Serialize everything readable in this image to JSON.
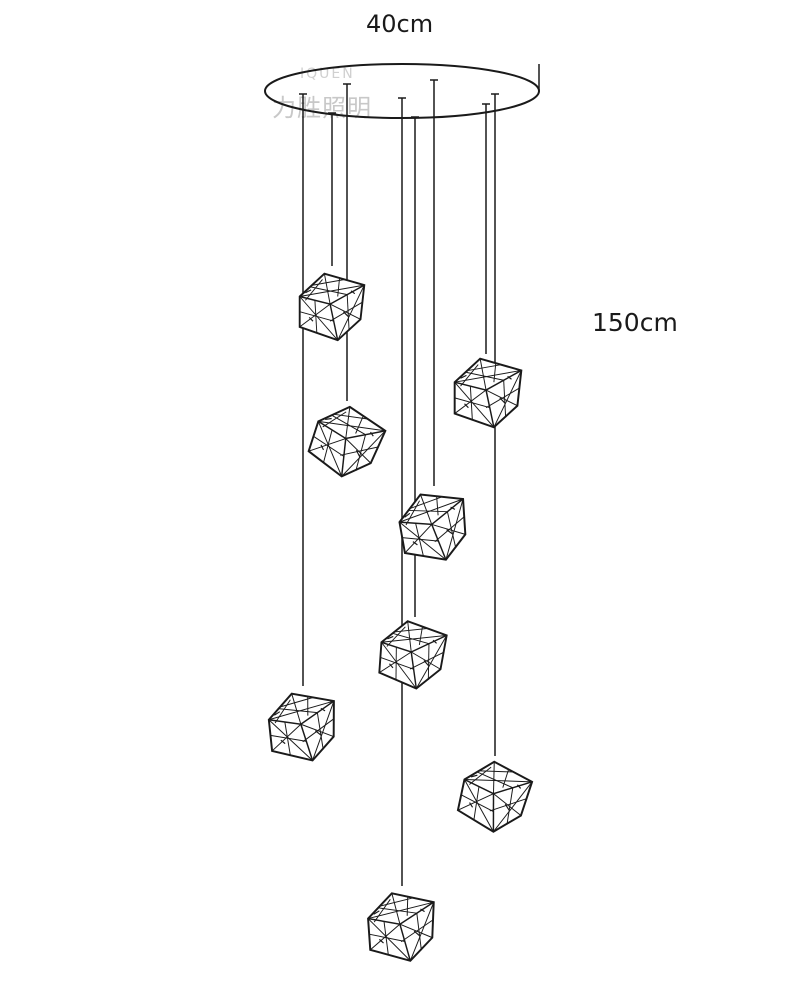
{
  "dimensions": {
    "width_label": "40cm",
    "height_label": "150cm"
  },
  "watermark": {
    "latin": "IQUEN",
    "brand": "力胜照明"
  },
  "pendants": [
    {
      "id": 1,
      "name": "pendant-cube-1"
    },
    {
      "id": 2,
      "name": "pendant-cube-2"
    },
    {
      "id": 3,
      "name": "pendant-cube-3"
    },
    {
      "id": 4,
      "name": "pendant-cube-4"
    },
    {
      "id": 5,
      "name": "pendant-cube-5"
    },
    {
      "id": 6,
      "name": "pendant-cube-6"
    },
    {
      "id": 7,
      "name": "pendant-cube-7"
    },
    {
      "id": 8,
      "name": "pendant-cube-8"
    }
  ],
  "colors": {
    "line": "#1a1a1a",
    "watermark": "#c8c8c8"
  }
}
